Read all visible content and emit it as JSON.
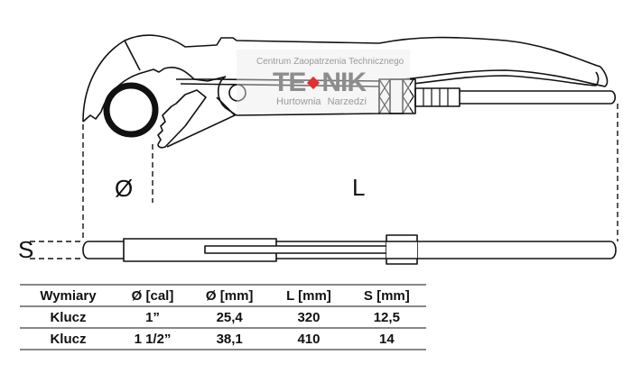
{
  "diagram": {
    "labels": {
      "diameter": "Ø",
      "length": "L",
      "thickness": "S"
    },
    "watermark": {
      "top": "Centrum Zaopatrzenia Technicznego",
      "logo_left": "TE",
      "logo_right": "NIK",
      "bottom": "Hurtownia Narzedzi",
      "accent": "#e03030"
    }
  },
  "table": {
    "headers": [
      "Wymiary",
      "Ø [cal]",
      "Ø [mm]",
      "L [mm]",
      "S [mm]"
    ],
    "rows": [
      [
        "Klucz",
        "1”",
        "25,4",
        "320",
        "12,5"
      ],
      [
        "Klucz",
        "1 1/2”",
        "38,1",
        "410",
        "14"
      ]
    ]
  }
}
